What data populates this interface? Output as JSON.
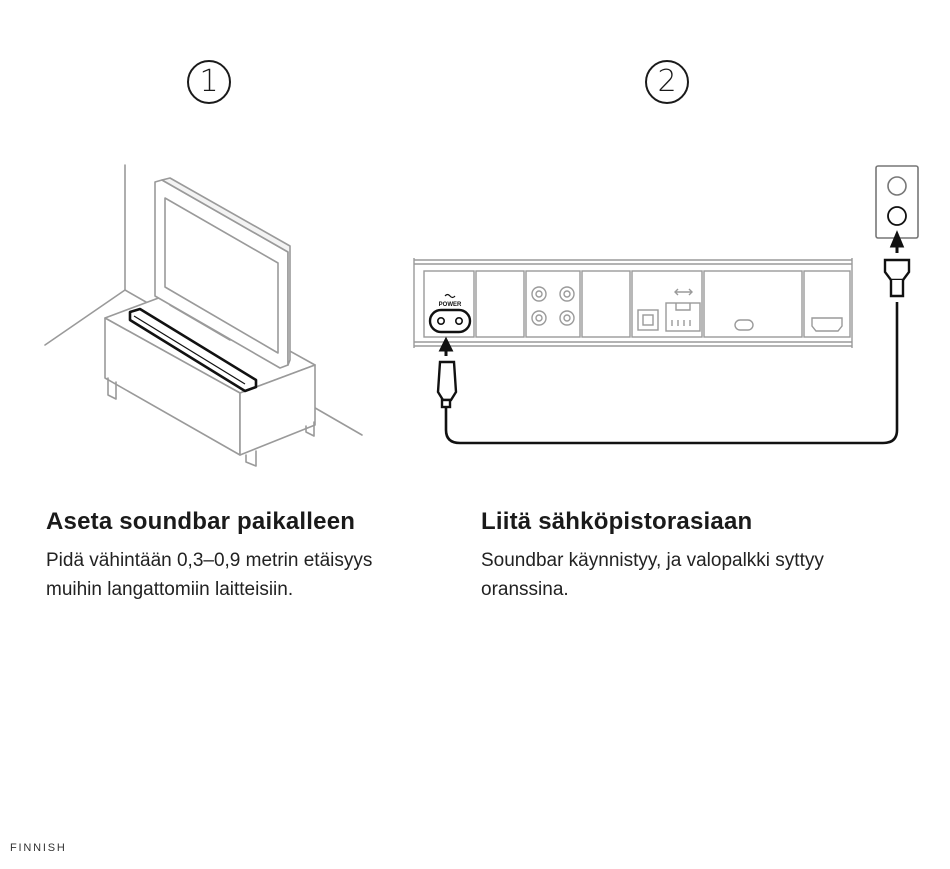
{
  "steps": [
    {
      "number": "1",
      "heading": "Aseta soundbar paikalleen",
      "text": "Pidä vähintään 0,3–0,9 metrin etäisyys muihin langattomiin laitteisiin."
    },
    {
      "number": "2",
      "heading": "Liitä sähköpistorasiaan",
      "text": "Soundbar käynnistyy, ja valopalkki syttyy oranssina."
    }
  ],
  "panel": {
    "power_label": "POWER"
  },
  "footer": {
    "language": "FINNISH"
  }
}
